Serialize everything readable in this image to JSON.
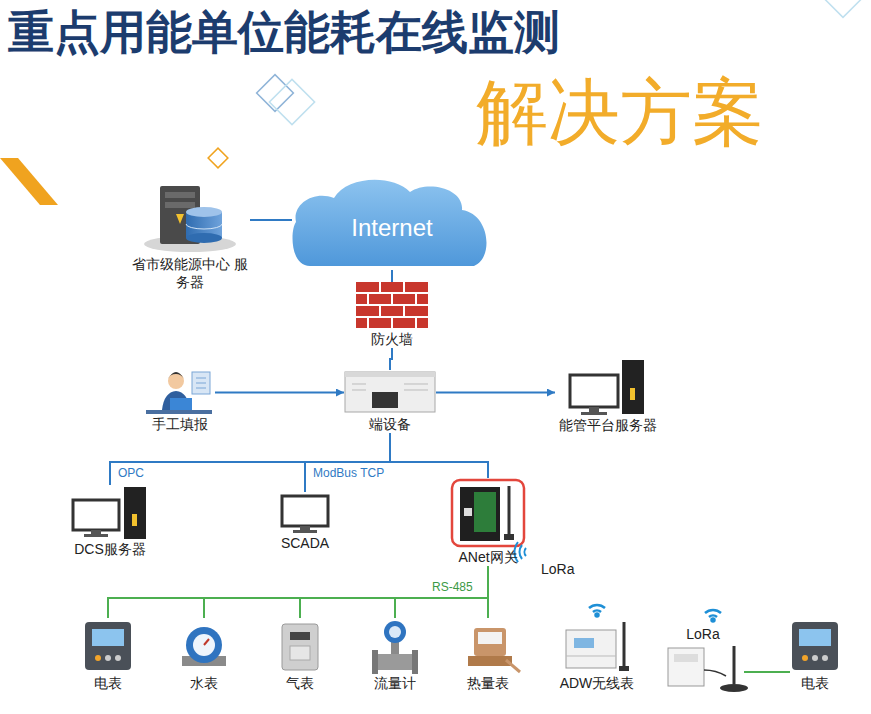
{
  "diagram": {
    "title": "重点用能单位能耗在线监测",
    "nodes": [
      {
        "text": [
          "省市级能源中心 服务器"
        ]
      },
      {
        "text": [
          "Internet"
        ]
      },
      {
        "text": [
          "防火墙"
        ]
      },
      {
        "text": [
          "手工填报"
        ]
      },
      {
        "text": [
          "端设备"
        ]
      },
      {
        "text": [
          "能管平台服务器"
        ]
      },
      {
        "text": [
          "DCS服务器"
        ]
      },
      {
        "text": [
          "SCADA"
        ]
      },
      {
        "text": [
          "ANet网关"
        ]
      },
      {
        "text": [
          "电表"
        ]
      },
      {
        "text": [
          "水表"
        ]
      },
      {
        "text": [
          "气表"
        ]
      },
      {
        "text": [
          "流量计"
        ]
      },
      {
        "text": [
          "热量表"
        ]
      },
      {
        "text": [
          "ADW无线表"
        ]
      },
      {
        "text": [
          "LoRa"
        ]
      },
      {
        "text": [
          "电表"
        ]
      }
    ],
    "edges": [
      {
        "from": 0,
        "to": 1,
        "arrow": "none"
      },
      {
        "from": 1,
        "to": 2,
        "arrow": "none"
      },
      {
        "from": 2,
        "to": 4,
        "arrow": "none"
      },
      {
        "from": 3,
        "to": 4,
        "arrow": "to"
      },
      {
        "from": 4,
        "to": 5,
        "arrow": "to"
      },
      {
        "from": 4,
        "to": 6,
        "label": "OPC",
        "arrow": "none"
      },
      {
        "from": 4,
        "to": 7,
        "label": "ModBus TCP",
        "arrow": "none"
      },
      {
        "from": 4,
        "to": 8,
        "arrow": "none"
      },
      {
        "from": 8,
        "to": 9,
        "arrow": "none"
      },
      {
        "from": 8,
        "to": 10,
        "arrow": "none"
      },
      {
        "from": 8,
        "to": 11,
        "arrow": "none"
      },
      {
        "from": 8,
        "to": 12,
        "arrow": "none"
      },
      {
        "from": 8,
        "to": 13,
        "label": "RS-485",
        "arrow": "none"
      },
      {
        "from": 15,
        "to": 16,
        "arrow": "none"
      }
    ],
    "labels": [
      "解决方案",
      "LoRa"
    ]
  }
}
